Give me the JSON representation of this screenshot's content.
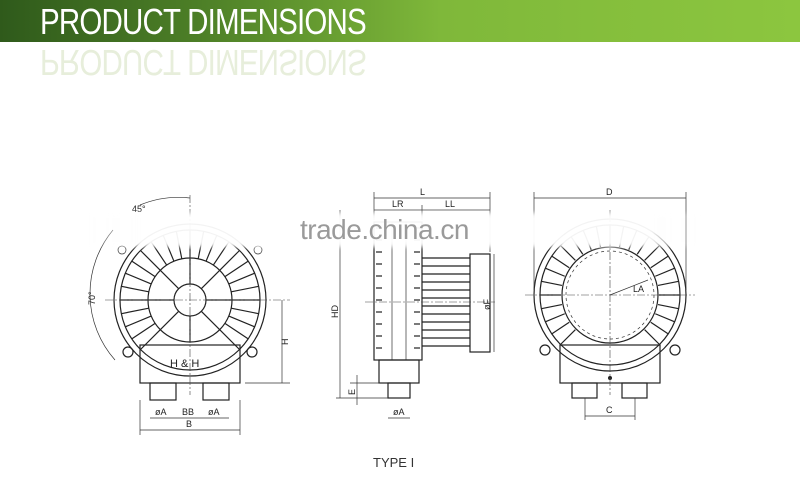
{
  "header": {
    "title": "PRODUCT DIMENSIONS",
    "banner_colors": [
      "#2f5a1b",
      "#8cc63f"
    ]
  },
  "watermark": "trade.china.cn",
  "front_view": {
    "brand": "H & H",
    "angle_top": "45°",
    "angle_side": "70°",
    "labels": {
      "h": "H",
      "a1": "øA",
      "bb": "BB",
      "a2": "øA",
      "b": "B"
    }
  },
  "side_view": {
    "labels": {
      "l": "L",
      "lr": "LR",
      "ll": "LL",
      "hd": "HD",
      "e": "E",
      "f": "øF",
      "a": "øA"
    }
  },
  "rear_view": {
    "labels": {
      "d": "D",
      "la": "LA",
      "c": "C"
    }
  },
  "caption": "TYPE I"
}
